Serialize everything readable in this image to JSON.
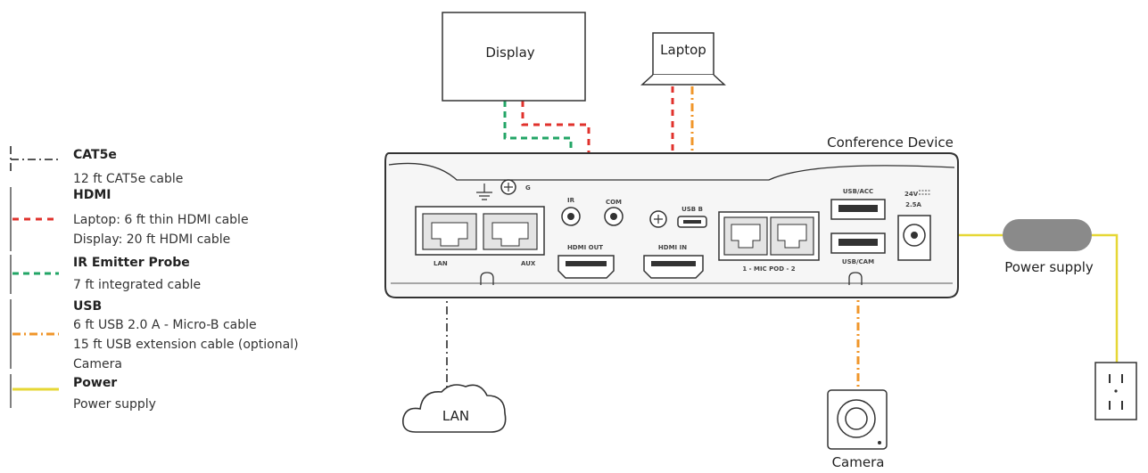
{
  "colors": {
    "cat5e": "#555555",
    "hdmi": "#e0322c",
    "ir": "#22a566",
    "usb": "#f0962a",
    "power": "#e6d735",
    "outline": "#333333",
    "supply_fill": "#8a8a8a"
  },
  "legend": [
    {
      "title": "CAT5e",
      "lines": [
        "12 ft CAT5e cable"
      ],
      "style": "dash-dot",
      "color_key": "cat5e"
    },
    {
      "title": "HDMI",
      "lines": [
        "Laptop: 6 ft thin HDMI cable",
        "Display: 20 ft HDMI cable"
      ],
      "style": "dashed",
      "color_key": "hdmi"
    },
    {
      "title": "IR Emitter Probe",
      "lines": [
        "7 ft integrated cable"
      ],
      "style": "dashed",
      "color_key": "ir"
    },
    {
      "title": "USB",
      "lines": [
        "6 ft USB 2.0 A - Micro-B cable",
        "15 ft USB extension cable (optional)",
        "Camera"
      ],
      "style": "dash-dot",
      "color_key": "usb"
    },
    {
      "title": "Power",
      "lines": [
        "Power supply"
      ],
      "style": "solid",
      "color_key": "power"
    }
  ],
  "labels": {
    "display": "Display",
    "laptop": "Laptop",
    "device": "Conference Device",
    "power_supply": "Power supply",
    "lan": "LAN",
    "camera": "Camera"
  },
  "ports": {
    "ground": "G",
    "ir": "IR",
    "com": "COM",
    "usb_b": "USB B",
    "usb_acc": "USB/ACC",
    "usb_cam": "USB/CAM",
    "lan": "LAN",
    "aux": "AUX",
    "hdmi_out": "HDMI OUT",
    "hdmi_in": "HDMI IN",
    "mic_pod": "1 - MIC POD - 2",
    "power_rating_1": "24V",
    "power_rating_2": "2.5A"
  }
}
